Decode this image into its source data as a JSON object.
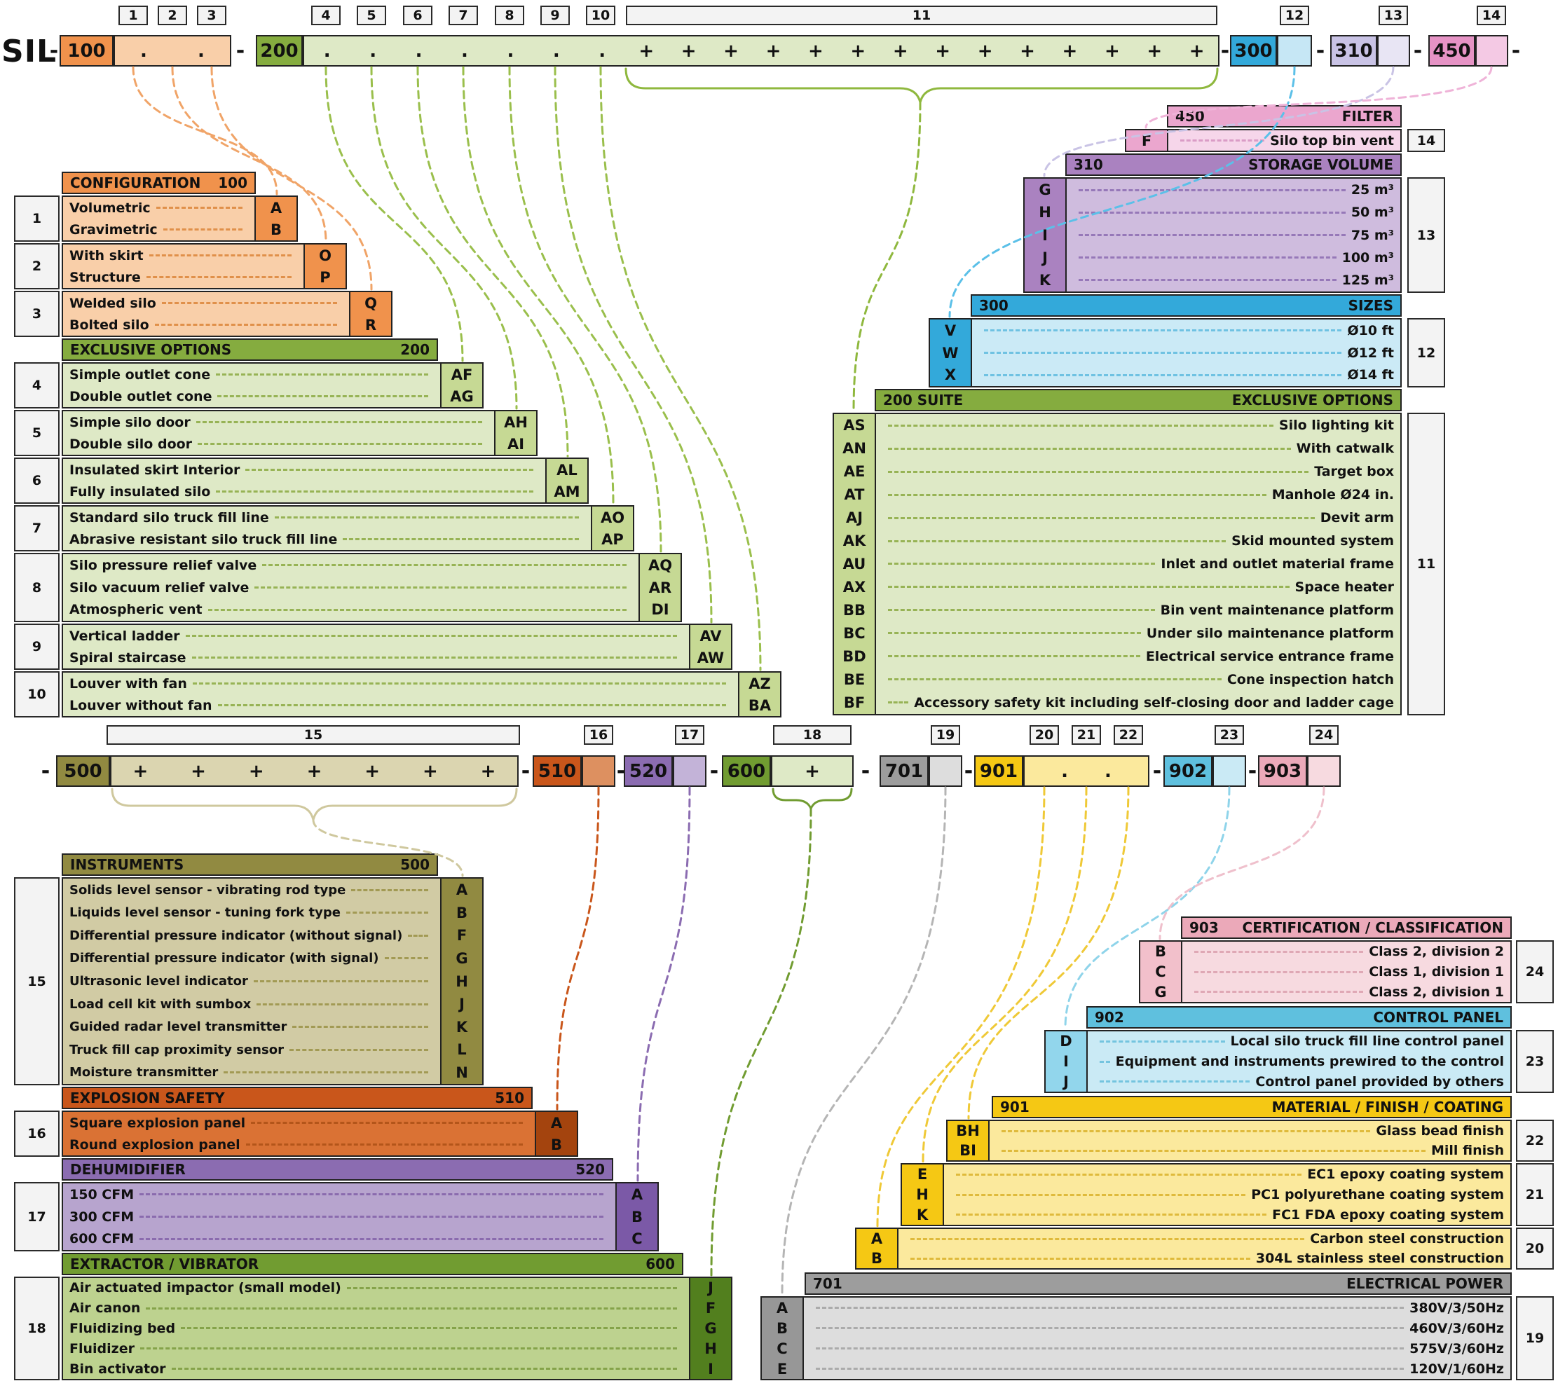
{
  "prefix": "SIL",
  "separator": "-",
  "colors": {
    "orange": "#F0924C",
    "green": "#85AC3F",
    "blue": "#33A9DA",
    "violet": "#AA82C0",
    "pink": "#E693C5",
    "khaki": "#918A41",
    "rust": "#C9561B",
    "purple": "#8B6CB1",
    "dark_green": "#719C31",
    "gray": "#9D9D9D",
    "yellow": "#F5C814",
    "cyan": "#5FC0DE",
    "rose": "#EBA9B9"
  },
  "ruler_top": [
    "1",
    "2",
    "3",
    "4",
    "5",
    "6",
    "7",
    "8",
    "9",
    "10",
    "11",
    "12",
    "13",
    "14"
  ],
  "ruler_mid": [
    "15",
    "16",
    "17",
    "18",
    "19",
    "20",
    "21",
    "22",
    "23",
    "24"
  ],
  "bar_top": {
    "seg100": "100",
    "dots100": [
      ".",
      "."
    ],
    "seg200": "200",
    "dots200": [
      ".",
      ".",
      ".",
      ".",
      ".",
      ".",
      "."
    ],
    "plus200": [
      "+",
      "+",
      "+",
      "+",
      "+",
      "+",
      "+",
      "+",
      "+",
      "+",
      "+",
      "+",
      "+",
      "+"
    ],
    "seg300": "300",
    "seg310": "310",
    "seg450": "450"
  },
  "bar_mid": {
    "seg500": "500",
    "plus500": [
      "+",
      "+",
      "+",
      "+",
      "+",
      "+",
      "+"
    ],
    "seg510": "510",
    "seg520": "520",
    "seg600": "600",
    "plus600": [
      "+"
    ],
    "seg701": "701",
    "seg901": "901",
    "dots901": [
      ".",
      "."
    ],
    "seg902": "902",
    "seg903": "903"
  },
  "config100": {
    "title": "CONFIGURATION",
    "code": "100",
    "groups": [
      {
        "num": "1",
        "rows": [
          {
            "t": "Volumetric",
            "c": "A"
          },
          {
            "t": "Gravimetric",
            "c": "B"
          }
        ]
      },
      {
        "num": "2",
        "rows": [
          {
            "t": "With skirt",
            "c": "O"
          },
          {
            "t": "Structure",
            "c": "P"
          }
        ]
      },
      {
        "num": "3",
        "rows": [
          {
            "t": "Welded silo",
            "c": "Q"
          },
          {
            "t": "Bolted silo",
            "c": "R"
          }
        ]
      }
    ]
  },
  "options200": {
    "title": "EXCLUSIVE OPTIONS",
    "code": "200",
    "groups": [
      {
        "num": "4",
        "rows": [
          {
            "t": "Simple outlet cone",
            "c": "AF"
          },
          {
            "t": "Double outlet cone",
            "c": "AG"
          }
        ]
      },
      {
        "num": "5",
        "rows": [
          {
            "t": "Simple silo door",
            "c": "AH"
          },
          {
            "t": "Double silo door",
            "c": "AI"
          }
        ]
      },
      {
        "num": "6",
        "rows": [
          {
            "t": "Insulated skirt Interior",
            "c": "AL"
          },
          {
            "t": "Fully insulated silo",
            "c": "AM"
          }
        ]
      },
      {
        "num": "7",
        "rows": [
          {
            "t": "Standard silo truck fill line",
            "c": "AO"
          },
          {
            "t": "Abrasive resistant silo truck fill line",
            "c": "AP"
          }
        ]
      },
      {
        "num": "8",
        "rows": [
          {
            "t": "Silo pressure relief valve",
            "c": "AQ"
          },
          {
            "t": "Silo vacuum relief valve",
            "c": "AR"
          },
          {
            "t": "Atmospheric vent",
            "c": "DI"
          }
        ]
      },
      {
        "num": "9",
        "rows": [
          {
            "t": "Vertical ladder",
            "c": "AV"
          },
          {
            "t": "Spiral staircase",
            "c": "AW"
          }
        ]
      },
      {
        "num": "10",
        "rows": [
          {
            "t": "Louver with fan",
            "c": "AZ"
          },
          {
            "t": "Louver without fan",
            "c": "BA"
          }
        ]
      }
    ]
  },
  "filter450": {
    "code": "450",
    "title": "FILTER",
    "num": "14",
    "rows": [
      {
        "c": "F",
        "t": "Silo top bin vent"
      }
    ]
  },
  "volume310": {
    "code": "310",
    "title": "STORAGE VOLUME",
    "num": "13",
    "rows": [
      {
        "c": "G",
        "t": "25 m³"
      },
      {
        "c": "H",
        "t": "50 m³"
      },
      {
        "c": "I",
        "t": "75 m³"
      },
      {
        "c": "J",
        "t": "100 m³"
      },
      {
        "c": "K",
        "t": "125 m³"
      }
    ]
  },
  "sizes300": {
    "code": "300",
    "title": "SIZES",
    "num": "12",
    "rows": [
      {
        "c": "V",
        "t": "Ø10 ft"
      },
      {
        "c": "W",
        "t": "Ø12 ft"
      },
      {
        "c": "X",
        "t": "Ø14 ft"
      }
    ]
  },
  "suite200": {
    "code": "200 SUITE",
    "title": "EXCLUSIVE OPTIONS",
    "num": "11",
    "rows": [
      {
        "c": "AS",
        "t": "Silo lighting kit"
      },
      {
        "c": "AN",
        "t": "With catwalk"
      },
      {
        "c": "AE",
        "t": "Target box"
      },
      {
        "c": "AT",
        "t": "Manhole Ø24 in."
      },
      {
        "c": "AJ",
        "t": "Devit arm"
      },
      {
        "c": "AK",
        "t": "Skid mounted system"
      },
      {
        "c": "AU",
        "t": "Inlet and outlet material frame"
      },
      {
        "c": "AX",
        "t": "Space heater"
      },
      {
        "c": "BB",
        "t": "Bin vent maintenance platform"
      },
      {
        "c": "BC",
        "t": "Under silo maintenance platform"
      },
      {
        "c": "BD",
        "t": "Electrical service entrance frame"
      },
      {
        "c": "BE",
        "t": "Cone inspection hatch"
      },
      {
        "c": "BF",
        "t": "Accessory safety kit including self-closing door and ladder cage"
      }
    ]
  },
  "instruments500": {
    "title": "INSTRUMENTS",
    "code": "500",
    "num": "15",
    "rows": [
      {
        "t": "Solids level sensor - vibrating rod type",
        "c": "A"
      },
      {
        "t": "Liquids level sensor - tuning fork type",
        "c": "B"
      },
      {
        "t": "Differential pressure indicator (without signal)",
        "c": "F"
      },
      {
        "t": "Differential pressure indicator (with signal)",
        "c": "G"
      },
      {
        "t": "Ultrasonic level indicator",
        "c": "H"
      },
      {
        "t": "Load cell kit with sumbox",
        "c": "J"
      },
      {
        "t": "Guided radar level transmitter",
        "c": "K"
      },
      {
        "t": "Truck fill cap proximity sensor",
        "c": "L"
      },
      {
        "t": "Moisture transmitter",
        "c": "N"
      }
    ]
  },
  "explosion510": {
    "title": "EXPLOSION SAFETY",
    "code": "510",
    "num": "16",
    "rows": [
      {
        "t": "Square explosion panel",
        "c": "A"
      },
      {
        "t": "Round explosion panel",
        "c": "B"
      }
    ]
  },
  "dehumidifier520": {
    "title": "DEHUMIDIFIER",
    "code": "520",
    "num": "17",
    "rows": [
      {
        "t": "150 CFM",
        "c": "A"
      },
      {
        "t": "300 CFM",
        "c": "B"
      },
      {
        "t": "600 CFM",
        "c": "C"
      }
    ]
  },
  "extractor600": {
    "title": "EXTRACTOR / VIBRATOR",
    "code": "600",
    "num": "18",
    "rows": [
      {
        "t": "Air actuated impactor (small model)",
        "c": "J"
      },
      {
        "t": "Air canon",
        "c": "F"
      },
      {
        "t": "Fluidizing bed",
        "c": "G"
      },
      {
        "t": "Fluidizer",
        "c": "H"
      },
      {
        "t": "Bin activator",
        "c": "I"
      }
    ]
  },
  "cert903": {
    "code": "903",
    "title": "CERTIFICATION / CLASSIFICATION",
    "num": "24",
    "rows": [
      {
        "c": "B",
        "t": "Class 2, division 2"
      },
      {
        "c": "C",
        "t": "Class 1, division 1"
      },
      {
        "c": "G",
        "t": "Class 2, division 1"
      }
    ]
  },
  "control902": {
    "code": "902",
    "title": "CONTROL PANEL",
    "num": "23",
    "rows": [
      {
        "c": "D",
        "t": "Local silo truck fill line control panel"
      },
      {
        "c": "I",
        "t": "Equipment and instruments prewired to the control"
      },
      {
        "c": "J",
        "t": "Control panel provided by others"
      }
    ]
  },
  "material901": {
    "code": "901",
    "title": "MATERIAL / FINISH / COATING",
    "groups": [
      {
        "num": "22",
        "rows": [
          {
            "c": "BH",
            "t": "Glass bead finish"
          },
          {
            "c": "BI",
            "t": "Mill finish"
          }
        ]
      },
      {
        "num": "21",
        "rows": [
          {
            "c": "E",
            "t": "EC1 epoxy coating system"
          },
          {
            "c": "H",
            "t": "PC1 polyurethane coating system"
          },
          {
            "c": "K",
            "t": "FC1 FDA epoxy coating system"
          }
        ]
      },
      {
        "num": "20",
        "rows": [
          {
            "c": "A",
            "t": "Carbon steel construction"
          },
          {
            "c": "B",
            "t": "304L stainless steel construction"
          }
        ]
      }
    ]
  },
  "power701": {
    "code": "701",
    "title": "ELECTRICAL POWER",
    "num": "19",
    "rows": [
      {
        "c": "A",
        "t": "380V/3/50Hz"
      },
      {
        "c": "B",
        "t": "460V/3/60Hz"
      },
      {
        "c": "C",
        "t": "575V/3/60Hz"
      },
      {
        "c": "E",
        "t": "120V/1/60Hz"
      }
    ]
  }
}
